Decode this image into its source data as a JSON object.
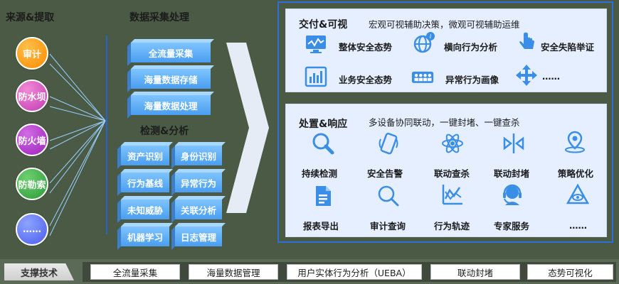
{
  "columns": {
    "source_title": "来源&提取",
    "collect_title": "数据采集处理",
    "detect_title": "检测&分析"
  },
  "sources": [
    "审计",
    "防水坝",
    "防火墙",
    "防勒索",
    "……"
  ],
  "collect_boxes": [
    "全流量采集",
    "海量数据存储",
    "海量数据处理"
  ],
  "detect_boxes": [
    [
      "资产识别",
      "身份识别"
    ],
    [
      "行为基线",
      "异常行为"
    ],
    [
      "未知威胁",
      "关联分析"
    ],
    [
      "机器学习",
      "日志管理"
    ]
  ],
  "delivery": {
    "title": "交付&可视",
    "subtitle": "宏观可视辅助决策，微观可视辅助运维",
    "items": [
      {
        "label": "整体安全态势",
        "icon": "monitor-chart-icon"
      },
      {
        "label": "横向行为分析",
        "icon": "globe-info-icon"
      },
      {
        "label": "安全失陷举证",
        "icon": "pointer-hand-icon"
      },
      {
        "label": "业务安全态势",
        "icon": "dashboard-chart-icon"
      },
      {
        "label": "异常行为画像",
        "icon": "people-grid-icon"
      },
      {
        "label": "……",
        "icon": "move-arrows-icon"
      }
    ]
  },
  "response": {
    "title": "处置&响应",
    "subtitle": "多设备协同联动，一键封堵、一键查杀",
    "items": [
      {
        "label": "持续检测",
        "icon": "magnifier-icon"
      },
      {
        "label": "安全告警",
        "icon": "phone-alert-icon"
      },
      {
        "label": "联动查杀",
        "icon": "atom-icon"
      },
      {
        "label": "联动封堵",
        "icon": "block-arrows-icon"
      },
      {
        "label": "策略优化",
        "icon": "map-pin-icon"
      },
      {
        "label": "报表导出",
        "icon": "document-icon"
      },
      {
        "label": "审计查询",
        "icon": "search-icon"
      },
      {
        "label": "行为轨迹",
        "icon": "trend-chart-icon"
      },
      {
        "label": "专家服务",
        "icon": "headset-icon"
      },
      {
        "label": "……",
        "icon": "eye-triangle-icon"
      }
    ]
  },
  "footer": {
    "label": "支撑技术",
    "tags": [
      "全流量采集",
      "海量数据管理",
      "用户实体行为分析（UEBA）",
      "联动封堵",
      "态势可视化"
    ]
  },
  "colors": {
    "background": "#4a5a45",
    "accent_blue": "#2e6fd8",
    "icon_blue": "#3a8ee6",
    "panel": "#e6efff"
  }
}
